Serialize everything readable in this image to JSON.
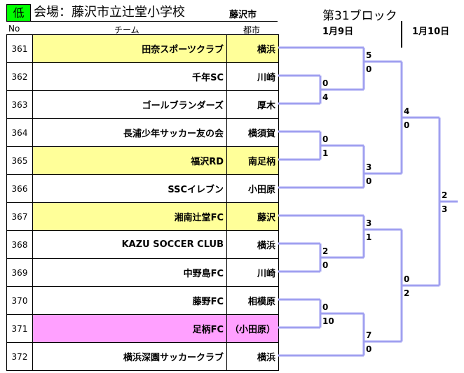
{
  "header": {
    "level_badge": "低",
    "venue": "会場：藤沢市立辻堂小学校",
    "city": "藤沢市",
    "block": "第31ブロック",
    "date1": "1月9日",
    "date2": "1月10日"
  },
  "columns": {
    "no": "No",
    "team": "チーム",
    "city": "都市"
  },
  "colors": {
    "highlight_yellow": "#ffff99",
    "highlight_pink": "#ffa0ff",
    "bracket_line": "#a0a0f0",
    "badge_green": "#00ff00"
  },
  "teams": [
    {
      "no": "361",
      "name": "田奈スポーツクラブ",
      "city": "横浜",
      "bg": "#ffff99"
    },
    {
      "no": "362",
      "name": "千年SC",
      "city": "川崎",
      "bg": ""
    },
    {
      "no": "363",
      "name": "ゴールブランダーズ",
      "city": "厚木",
      "bg": ""
    },
    {
      "no": "364",
      "name": "長浦少年サッカー友の会",
      "city": "横須賀",
      "bg": ""
    },
    {
      "no": "365",
      "name": "福沢RD",
      "city": "南足柄",
      "bg": "#ffff99"
    },
    {
      "no": "366",
      "name": "SSCイレブン",
      "city": "小田原",
      "bg": ""
    },
    {
      "no": "367",
      "name": "湘南辻堂FC",
      "city": "藤沢",
      "bg": "#ffff99"
    },
    {
      "no": "368",
      "name": "KAZU SOCCER CLUB",
      "city": "横浜",
      "bg": ""
    },
    {
      "no": "369",
      "name": "中野島FC",
      "city": "川崎",
      "bg": ""
    },
    {
      "no": "370",
      "name": "藤野FC",
      "city": "相模原",
      "bg": ""
    },
    {
      "no": "371",
      "name": "足柄FC",
      "city": "（小田原）",
      "bg": "#ffa0ff"
    },
    {
      "no": "372",
      "name": "横浜深園サッカークラブ",
      "city": "横浜",
      "bg": ""
    }
  ],
  "scores": [
    {
      "top": "0",
      "bottom": "4"
    },
    {
      "top": "0",
      "bottom": "1"
    },
    {
      "top": "2",
      "bottom": "0"
    },
    {
      "top": "0",
      "bottom": "10"
    },
    {
      "top": "5",
      "bottom": "0"
    },
    {
      "top": "3",
      "bottom": "0"
    },
    {
      "top": "3",
      "bottom": "1"
    },
    {
      "top": "7",
      "bottom": "0"
    },
    {
      "top": "4",
      "bottom": "0"
    },
    {
      "top": "0",
      "bottom": "2"
    },
    {
      "top": "2",
      "bottom": "3"
    }
  ]
}
